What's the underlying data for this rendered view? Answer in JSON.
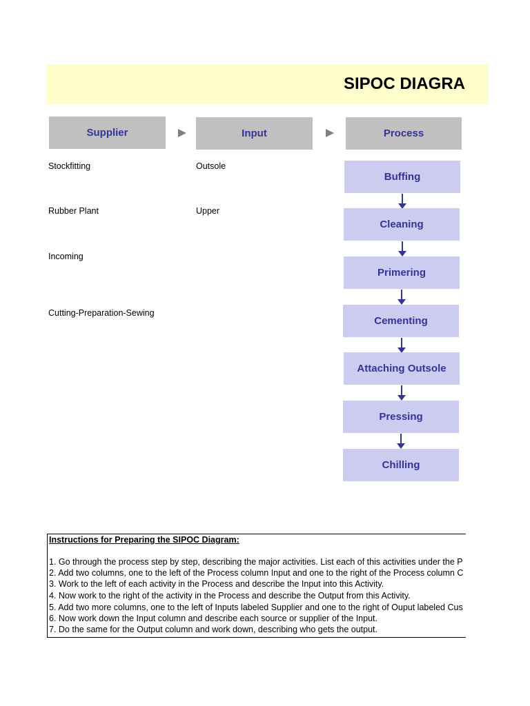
{
  "title": "SIPOC DIAGRA",
  "headers": {
    "supplier": "Supplier",
    "input": "Input",
    "process": "Process"
  },
  "suppliers": [
    "Stockfitting",
    "Rubber Plant",
    "Incoming",
    "Cutting-Preparation-Sewing"
  ],
  "inputs": [
    "Outsole",
    "Upper"
  ],
  "process_steps": [
    "Buffing",
    "Cleaning",
    "Primering",
    "Cementing",
    "Attaching Outsole",
    "Pressing",
    "Chilling"
  ],
  "instructions": {
    "title": "Instructions for Preparing the SIPOC Diagram:",
    "lines": [
      "1. Go through the process step by step, describing the major activities. List each of this activities under the P",
      "2. Add two columns, one to the left of the Process column Input and one to the right of the Process column C",
      "3. Work to the left of each activity in the Process and describe the Input into this Activity.",
      "4. Now work to the right of the activity in the Process and describe the Output from this Activity.",
      "5. Add two more columns, one to the left of Inputs labeled Supplier and one to the right of Ouput labeled Cus",
      "6. Now work down the Input column and describe each source or supplier of the Input.",
      "7. Do the same for the Output column and work down, describing who gets the output."
    ]
  },
  "colors": {
    "title_band": "#ffffcc",
    "header_fill": "#c0c0c0",
    "process_fill": "#ccccf0",
    "accent_text": "#333399",
    "arrow_gray": "#808080"
  }
}
